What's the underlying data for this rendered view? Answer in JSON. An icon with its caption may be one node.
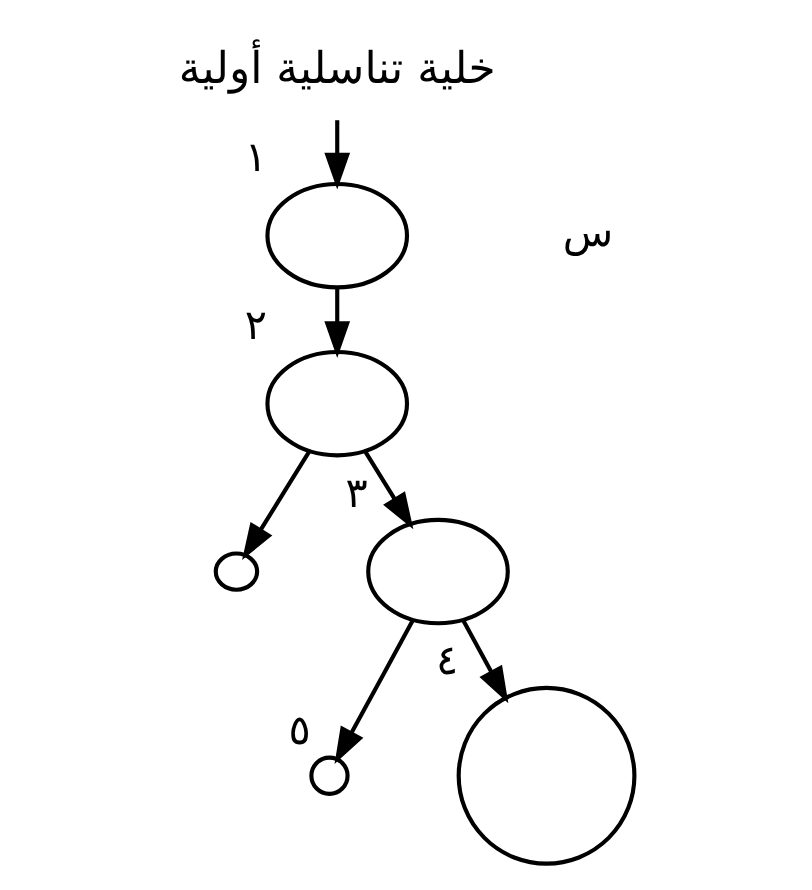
{
  "diagram": {
    "nodes": [
      {
        "text": [
          "خلية تناسلية أولية"
        ]
      },
      {
        "text": [],
        "shape": "circle",
        "beside": [
          "١"
        ]
      },
      {
        "text": [],
        "shape": "circle",
        "beside": [
          "٢"
        ]
      },
      {
        "text": [],
        "shape": "circle"
      },
      {
        "text": [],
        "shape": "circle",
        "beside": [
          "٣"
        ]
      },
      {
        "text": [],
        "shape": "circle",
        "beside": [
          "٥"
        ]
      },
      {
        "text": [],
        "shape": "circle",
        "beside": [
          "٤"
        ]
      }
    ],
    "edges": [
      {
        "from": 0,
        "to": 1,
        "arrow": "to"
      },
      {
        "from": 1,
        "to": 2,
        "arrow": "to"
      },
      {
        "from": 2,
        "to": 3,
        "arrow": "to"
      },
      {
        "from": 2,
        "to": 4,
        "arrow": "to"
      },
      {
        "from": 4,
        "to": 5,
        "arrow": "to"
      },
      {
        "from": 4,
        "to": 6,
        "arrow": "to"
      }
    ],
    "labels": [
      "س"
    ]
  }
}
